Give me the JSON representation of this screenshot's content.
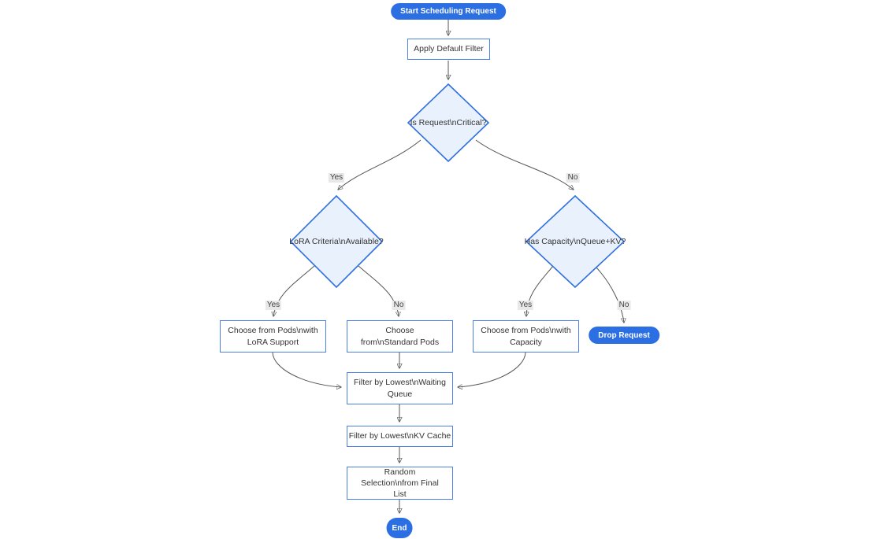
{
  "diagram": {
    "type": "flowchart",
    "nodes": {
      "start": {
        "label": "Start Scheduling Request"
      },
      "apply_filter": {
        "label": "Apply Default Filter"
      },
      "is_critical": {
        "label": "Is Request\\nCritical?"
      },
      "lora_criteria": {
        "label": "LoRA Criteria\\nAvailable?"
      },
      "has_capacity": {
        "label": "Has Capacity\\nQueue+KV?"
      },
      "choose_lora": {
        "label": "Choose from Pods\\nwith LoRA Support"
      },
      "choose_standard": {
        "label": "Choose from\\nStandard Pods"
      },
      "choose_capacity": {
        "label": "Choose from Pods\\nwith Capacity"
      },
      "drop_request": {
        "label": "Drop Request"
      },
      "filter_queue": {
        "label": "Filter by Lowest\\nWaiting Queue"
      },
      "filter_kv": {
        "label": "Filter by Lowest\\nKV Cache"
      },
      "random_selection": {
        "label": "Random Selection\\nfrom Final List"
      },
      "end": {
        "label": "End"
      }
    },
    "edge_labels": {
      "critical_yes": "Yes",
      "critical_no": "No",
      "lora_yes": "Yes",
      "lora_no": "No",
      "capacity_yes": "Yes",
      "capacity_no": "No"
    },
    "colors": {
      "terminal_fill": "#2b6fe3",
      "terminal_text": "#ffffff",
      "process_fill": "#ffffff",
      "process_border": "#4a80e8",
      "decision_fill": "#e9f2fc",
      "decision_border": "#2f6fe0",
      "edge_line": "#555555",
      "edge_label_bg": "#e8e8e8",
      "text": "#333333"
    }
  }
}
